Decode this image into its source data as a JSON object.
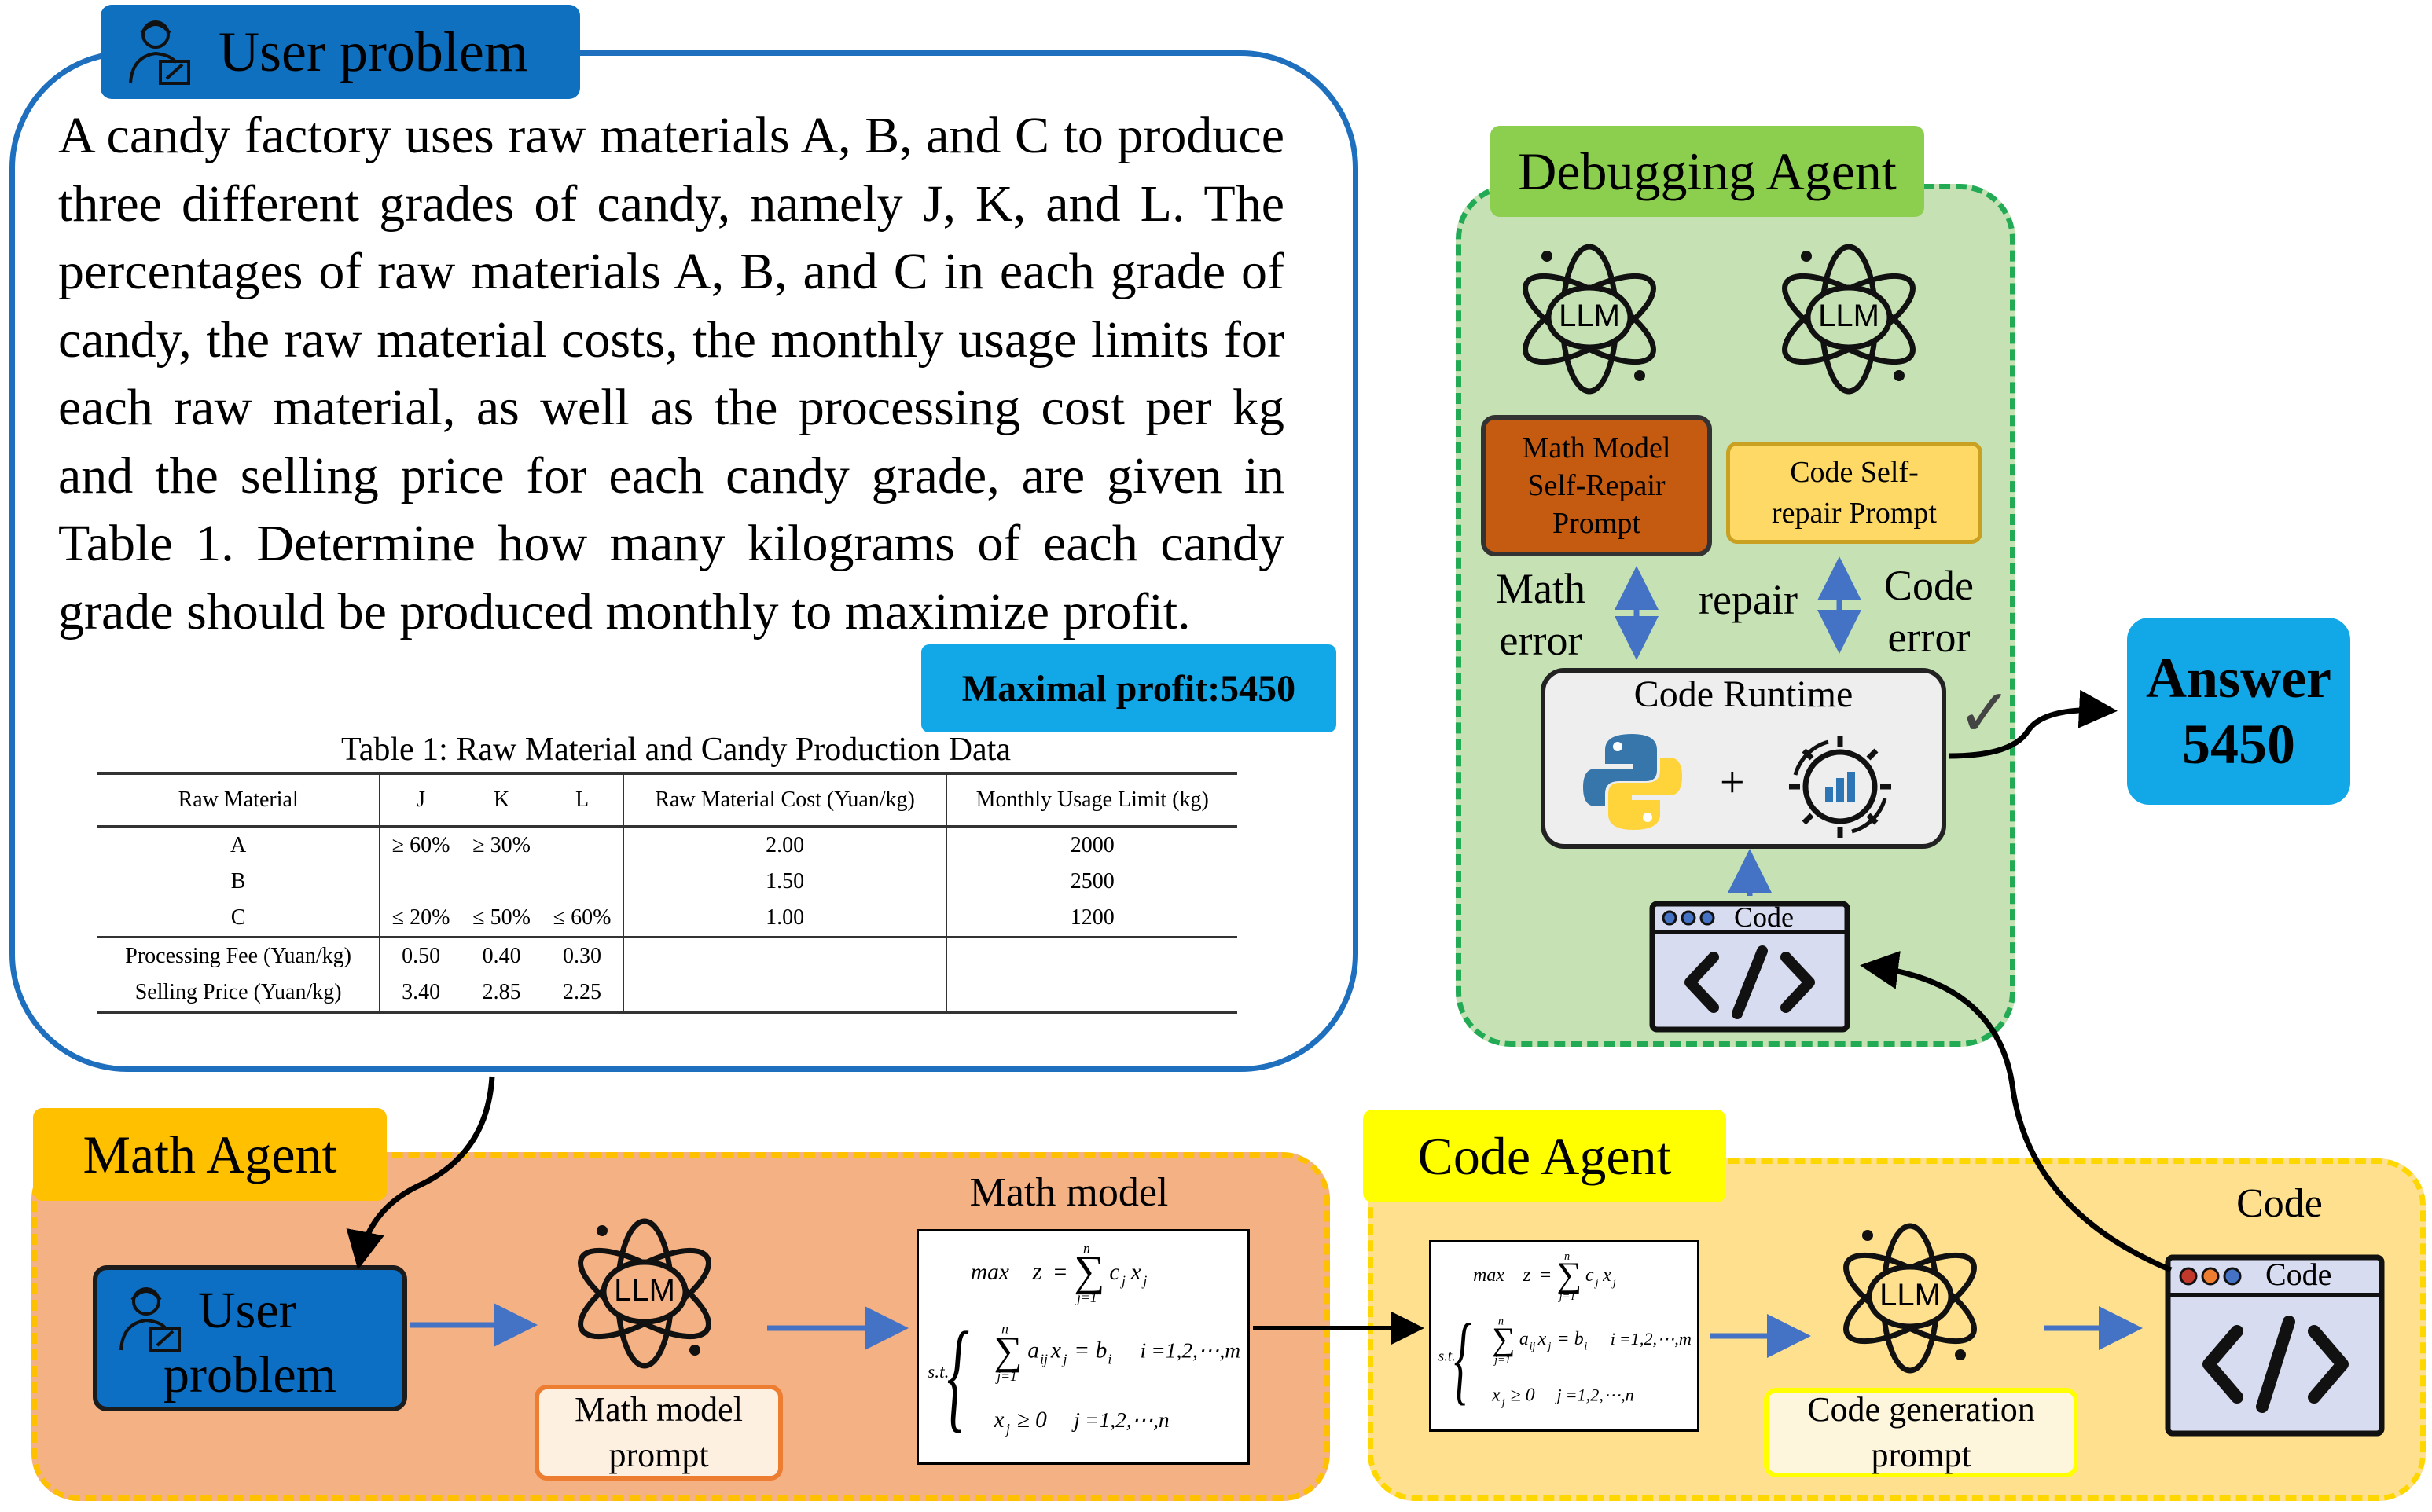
{
  "user_problem": {
    "title": "User problem",
    "text": "A candy factory uses raw materials A, B, and C to produce three different grades of candy, namely J, K, and L. The percentages of raw materials A, B, and C in each grade of candy, the raw material costs, the monthly usage limits for each raw material, as well as the processing cost per kg and the selling price for each candy grade, are given in Table 1. Determine how many kilograms of each candy grade should be produced monthly to maximize profit.",
    "profit_badge": "Maximal profit:5450",
    "table": {
      "caption": "Table 1: Raw Material and Candy Production Data",
      "headers": [
        "Raw Material",
        "J",
        "K",
        "L",
        "Raw Material Cost (Yuan/kg)",
        "Monthly Usage Limit (kg)"
      ],
      "rows": [
        [
          "A",
          "≥ 60%",
          "≥ 30%",
          "",
          "2.00",
          "2000"
        ],
        [
          "B",
          "",
          "",
          "",
          "1.50",
          "2500"
        ],
        [
          "C",
          "≤ 20%",
          "≤ 50%",
          "≤ 60%",
          "1.00",
          "1200"
        ]
      ],
      "fee_rows": [
        [
          "Processing Fee (Yuan/kg)",
          "0.50",
          "0.40",
          "0.30",
          "",
          ""
        ],
        [
          "Selling Price (Yuan/kg)",
          "3.40",
          "2.85",
          "2.25",
          "",
          ""
        ]
      ]
    }
  },
  "debugging_agent": {
    "title": "Debugging Agent",
    "llm_label": "LLM",
    "math_repair_prompt": [
      "Math Model",
      "Self-Repair",
      "Prompt"
    ],
    "code_repair_prompt": [
      "Code Self-",
      "repair Prompt"
    ],
    "math_error": [
      "Math",
      "error"
    ],
    "repair": "repair",
    "code_error": [
      "Code",
      "error"
    ],
    "runtime_title": "Code Runtime",
    "plus": "+",
    "check": "✓",
    "code_window_label": "Code"
  },
  "answer": {
    "line1": "Answer",
    "line2": "5450"
  },
  "math_agent": {
    "title": "Math Agent",
    "user_problem": [
      "User",
      "problem"
    ],
    "llm_label": "LLM",
    "prompt": [
      "Math model",
      "prompt"
    ],
    "model_title": "Math model"
  },
  "code_agent": {
    "title": "Code Agent",
    "llm_label": "LLM",
    "prompt": [
      "Code generation",
      "prompt"
    ],
    "code_title": "Code",
    "code_window_label": "Code"
  },
  "colors": {
    "blue": "#1f6fbf",
    "badge": "#12a8e8",
    "debug_bg": "#c6e2b5",
    "math_bg": "#f4b183",
    "code_bg": "#ffe08f",
    "arrow": "#4472c4"
  }
}
